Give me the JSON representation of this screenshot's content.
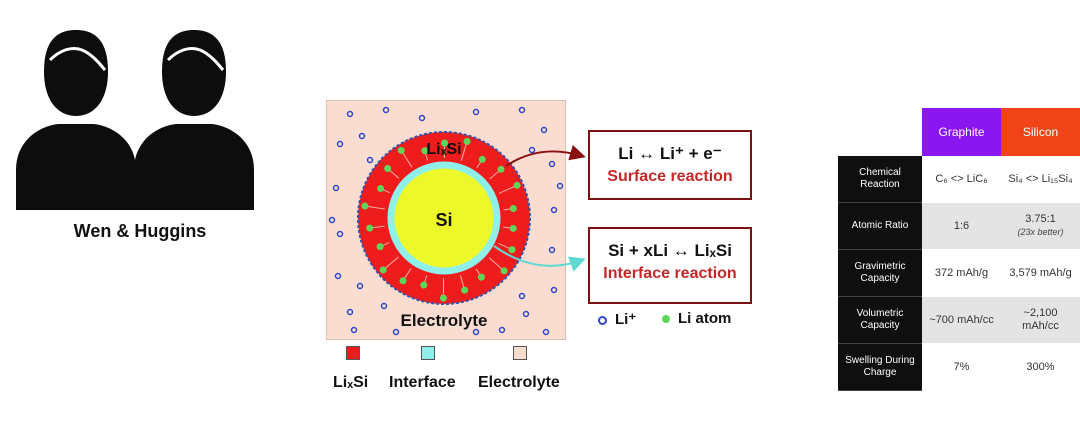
{
  "people": {
    "caption": "Wen & Huggins",
    "icons": [
      "person-icon",
      "person-icon"
    ]
  },
  "diagram": {
    "labels": {
      "shell": "LiₓSi",
      "core": "Si",
      "medium": "Electrolyte"
    },
    "colors": {
      "shell": "#ee1c1c",
      "interface": "#8ff0ea",
      "core": "#ecf82a",
      "electrolyte": "#fbdcd0",
      "li_ion": "#2b47c8",
      "li_atom": "#5ed65a"
    }
  },
  "reactions": [
    {
      "equation": "Li ↔ Li⁺ + e⁻",
      "name": "Surface reaction"
    },
    {
      "equation": "Si + xLi ↔ LiₓSi",
      "name": "Interface reaction"
    }
  ],
  "symbols": {
    "ion": "Li⁺",
    "atom": "Li atom"
  },
  "legend": [
    {
      "label": "LiₓSi",
      "color": "#ee1c1c"
    },
    {
      "label": "Interface",
      "color": "#8ff0ea"
    },
    {
      "label": "Electrolyte",
      "color": "#fbdcd0"
    }
  ],
  "table": {
    "columns": [
      {
        "name": "Graphite",
        "color": "#8a16f0"
      },
      {
        "name": "Silicon",
        "color": "#f04418"
      }
    ],
    "rows": [
      {
        "label": "Chemical Reaction",
        "graphite": "C₆ <> LiC₆",
        "silicon": "Si₄ <> Li₁₅Si₄",
        "note": ""
      },
      {
        "label": "Atomic Ratio",
        "graphite": "1:6",
        "silicon": "3.75:1",
        "note": "(23x better)"
      },
      {
        "label": "Gravimetric Capacity",
        "graphite": "372 mAh/g",
        "silicon": "3,579 mAh/g",
        "note": ""
      },
      {
        "label": "Volumetric Capacity",
        "graphite": "~700 mAh/cc",
        "silicon": "~2,100 mAh/cc",
        "note": ""
      },
      {
        "label": "Swelling During Charge",
        "graphite": "7%",
        "silicon": "300%",
        "note": ""
      }
    ]
  }
}
